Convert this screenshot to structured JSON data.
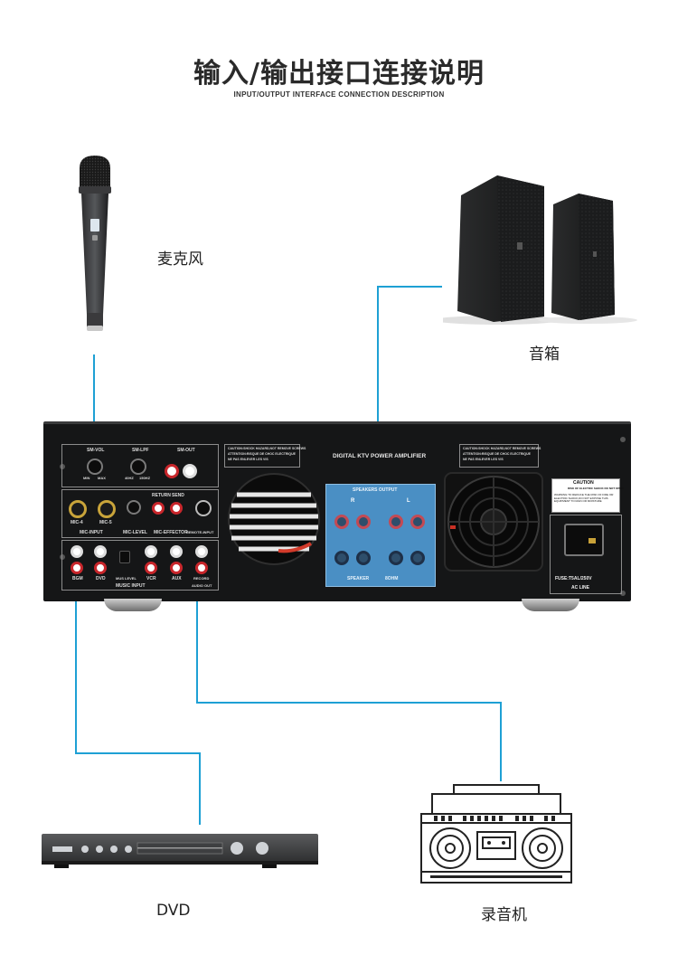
{
  "header": {
    "title": "输入/输出接口连接说明",
    "subtitle": "INPUT/OUTPUT INTERFACE CONNECTION DESCRIPTION"
  },
  "devices": {
    "microphone": "麦克风",
    "speakers": "音箱",
    "dvd": "DVD",
    "recorder": "录音机"
  },
  "amplifier": {
    "model_label": "DIGITAL KTV POWER AMPLIFIER",
    "caution_text": "CAUTION:SHOCK HAZARD,NOT REMOVE SCREWS",
    "attention_text": "ATTENTION:RISQUE DE CHOC ELECTRIQUE",
    "ne_pas_text": "NE PAS ENLEVER LES VIS",
    "sm_vol": "SM-VOL",
    "sm_lpf": "SM-LPF",
    "sm_out": "SM-OUT",
    "min": "MIN",
    "max": "MAX",
    "hz40": "40HZ",
    "hz150": "150HZ",
    "mic4": "MIC-4",
    "mic5": "MIC-5",
    "mic_input": "MIC-INPUT",
    "mic_level": "MIC-LEVEL",
    "return": "RETURN",
    "send": "SEND",
    "mic_effector": "MIC-EFFECTOR",
    "remote_input": "REMOTE-INPUT",
    "speakers_output": "SPEAKERS OUTPUT",
    "r": "R",
    "l": "L",
    "speaker": "SPEAKER",
    "ohm": "8OHM",
    "bgm": "BGM",
    "dvd": "DVD",
    "mus_level": "MUS LEVEL",
    "vcr": "VCR",
    "aux": "AUX",
    "record": "RECORD",
    "music_input": "MUSIC INPUT",
    "audio_out": "AUDIO OUT",
    "caution_label": "CAUTION",
    "caution_sub": "RISK OF ELECTRIC SHOCK DO NOT OPEN",
    "warning_text": "WARNING:TO REDUCE THE RISK OF FIRE OR ELECTRIC SHOCK,DO NOT EXPOSE THIS EQUIPMENT TO RAIN OR MOISTURE",
    "fuse": "FUSE:T5AL/250V",
    "ac_line": "AC LINE"
  },
  "colors": {
    "line": "#1ea0d4",
    "amp_body": "#151617",
    "speaker_panel": "#4a8fc4"
  }
}
